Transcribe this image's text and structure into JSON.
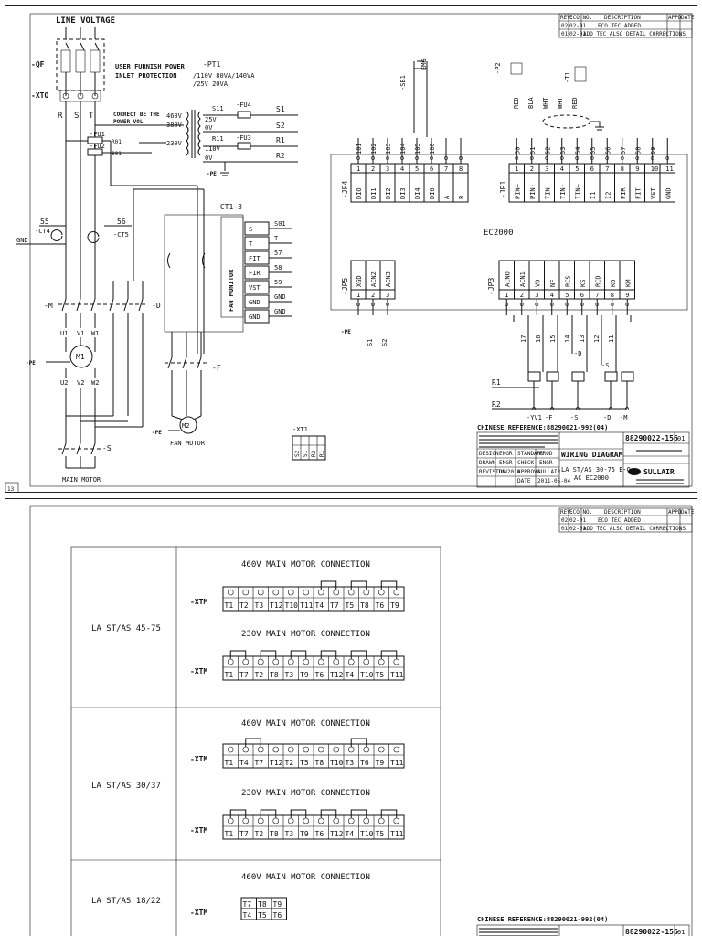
{
  "sheet1": {
    "line_voltage": "LINE VOLTAGE",
    "qf": "-QF",
    "xto": "-XTO",
    "rst": [
      "R",
      "S",
      "T"
    ],
    "user_note_1": "USER FURNISH POWER",
    "user_note_2": "INLET PROTECTION",
    "pt1": "-PT1",
    "pt1_ratings_1": "/110V  80VA/140VA",
    "pt1_ratings_2": "/25V    20VA",
    "correct_note_1": "CORRECT BE THE",
    "correct_note_2": "POWER VOL",
    "pri_taps": [
      "460V",
      "380V",
      "230V"
    ],
    "sec_taps": [
      "25V",
      "0V",
      "110V",
      "0V"
    ],
    "fuses": [
      "-FU4",
      "-FU3",
      "-FU1",
      "-FU2"
    ],
    "wire_s11": "S11",
    "wire_r11": "R11",
    "wire_r01": "R01",
    "wire_s01": "S01",
    "out_wires": [
      "S1",
      "S2",
      "R1",
      "R2"
    ],
    "pe": "-PE",
    "ct1": "-CT1-3",
    "ct4": "-CT4",
    "ct5": "-CT5",
    "gnd": "GND",
    "w55": "55",
    "w56": "56",
    "fan_monitor": "FAN MONITOR",
    "fm_terms": [
      "S",
      "T",
      "FIT",
      "FIR",
      "VST",
      "GND",
      "GND"
    ],
    "fm_wires": [
      "S01",
      "T",
      "57",
      "58",
      "59",
      "GND",
      "GND"
    ],
    "m_label": "-M",
    "d_label": "-D",
    "f_label": "-F",
    "s_label": "-S",
    "motor_terms_top": [
      "U1",
      "V1",
      "W1"
    ],
    "motor_terms_bot": [
      "U2",
      "V2",
      "W2"
    ],
    "m1": "M1",
    "m2": "M2",
    "main_motor": "MAIN MOTOR",
    "fan_motor": "FAN MOTOR",
    "xt1": "-XT1",
    "xt1_cells": [
      "S2",
      "S1",
      "R2",
      "R1"
    ],
    "sb1": "-SB1",
    "emg": "EMG",
    "p2": "-P2",
    "t1": "-T1",
    "top_wires": [
      "RED",
      "BLA",
      "WHT",
      "WHT",
      "RED"
    ],
    "jp4": "-JP4",
    "jp4_wires": [
      "101",
      "102",
      "103",
      "104",
      "105",
      "100",
      "",
      "",
      ""
    ],
    "jp4_nums": [
      "1",
      "2",
      "3",
      "4",
      "5",
      "6",
      "7",
      "8"
    ],
    "jp4_labels": [
      "DIO",
      "DI1",
      "DI2",
      "DI3",
      "DI4",
      "DI6",
      "A",
      "B"
    ],
    "jp1": "-JP1",
    "jp1_wires": [
      "50",
      "51",
      "52",
      "53",
      "54",
      "55",
      "56",
      "57",
      "58",
      "59",
      ""
    ],
    "jp1_nums": [
      "1",
      "2",
      "3",
      "4",
      "5",
      "6",
      "7",
      "8",
      "9",
      "10",
      "11"
    ],
    "jp1_labels": [
      "PIN+",
      "PIN-",
      "TIN-",
      "TIN-",
      "TIN+",
      "I1",
      "I2",
      "FIR",
      "FIT",
      "VST",
      "GND"
    ],
    "ec2000": "EC2000",
    "jp5": "-JP5",
    "jp5_nums": [
      "1",
      "2",
      "3"
    ],
    "jp5_labels": [
      "XGD",
      "ACN2",
      "ACN3"
    ],
    "jp5_wires": [
      "S1",
      "S2"
    ],
    "jp3": "-JP3",
    "jp3_nums": [
      "1",
      "2",
      "3",
      "4",
      "5",
      "6",
      "7",
      "8",
      "9"
    ],
    "jp3_labels": [
      "ACNO",
      "ACN1",
      "VD",
      "NF",
      "RCS",
      "KS",
      "RCD",
      "KD",
      "KM"
    ],
    "jp3_wires": [
      "17",
      "16",
      "15",
      "14",
      "13",
      "12",
      "11"
    ],
    "coil_tags": [
      "-D",
      "-S"
    ],
    "coils_bottom": [
      "-YV1",
      "-F",
      "-S",
      "-D",
      "-M"
    ],
    "r1": "R1",
    "r2": "R2",
    "chinese_ref": "CHINESE REFERENCE:88290021-992(04)",
    "doc_no": "88290022-156",
    "rev": "01",
    "wiring_diagram": "WIRING DIAGRAM",
    "model_1": "LA ST/AS 30-75 E-O",
    "model_2": "AC EC2000",
    "brand": "SULLAIR",
    "page_num": "13",
    "rev_head": [
      "REV.",
      "ECO NO.",
      "DESCRIPTION",
      "APPD",
      "DATE"
    ],
    "rev_rows": [
      [
        "02",
        "02-01",
        "ECO TEC ADDED"
      ],
      [
        "01",
        "02-01",
        "ADD TEC ALSO DETAIL CORRECTIONS"
      ]
    ],
    "title_cells": [
      "DESIGN",
      "ENGR",
      "STANDARD",
      "PROD",
      "DRAWN",
      "ENGR",
      "CHECK",
      "ENGR",
      "REVISION",
      "JUN2010",
      "APPROVAL",
      "SULLAIR",
      "DATE",
      "2011-05-04"
    ]
  },
  "sheet2": {
    "tabs": [
      {
        "model": "LA ST/AS 45-75",
        "blocks": [
          {
            "title": "460V MAIN MOTOR CONNECTION",
            "terms": [
              "T1",
              "T2",
              "T3",
              "T12",
              "T10",
              "T11",
              "T4",
              "T7",
              "T5",
              "T8",
              "T6",
              "T9"
            ]
          },
          {
            "title": "230V MAIN MOTOR CONNECTION",
            "terms": [
              "T1",
              "T7",
              "T2",
              "T8",
              "T3",
              "T9",
              "T6",
              "T12",
              "T4",
              "T10",
              "T5",
              "T11"
            ]
          }
        ]
      },
      {
        "model": "LA ST/AS 30/37",
        "blocks": [
          {
            "title": "460V MAIN MOTOR CONNECTION",
            "terms": [
              "T1",
              "T4",
              "T7",
              "T12",
              "T2",
              "T5",
              "T8",
              "T10",
              "T3",
              "T6",
              "T9",
              "T11"
            ]
          },
          {
            "title": "230V MAIN MOTOR CONNECTION",
            "terms": [
              "T1",
              "T7",
              "T2",
              "T8",
              "T3",
              "T9",
              "T6",
              "T12",
              "T4",
              "T10",
              "T5",
              "T11"
            ]
          }
        ]
      },
      {
        "model": "LA ST/AS 18/22",
        "blocks": [
          {
            "title": "460V MAIN MOTOR CONNECTION",
            "row1": [
              "T7",
              "T8",
              "T9"
            ],
            "row2": [
              "T4",
              "T5",
              "T6"
            ]
          }
        ]
      }
    ],
    "xtm": "-XTM",
    "chinese_ref": "CHINESE REFERENCE:88290021-992(04)",
    "doc_no": "88290022-156",
    "rev": "01"
  }
}
